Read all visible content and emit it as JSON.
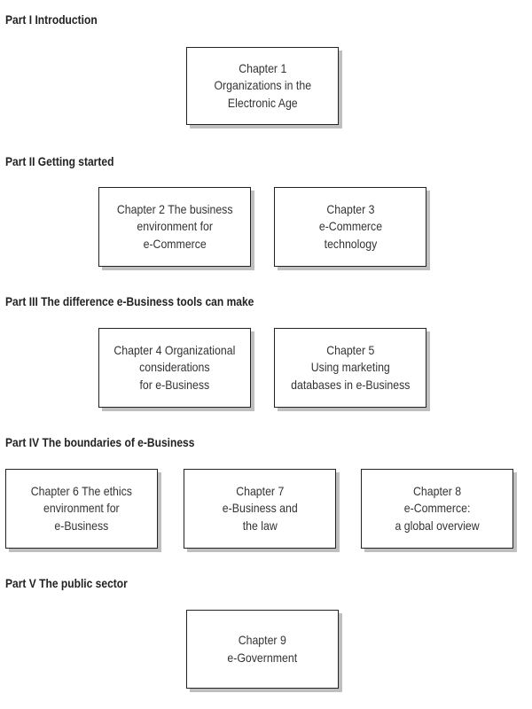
{
  "parts": [
    {
      "heading": "Part I Introduction",
      "chapters": [
        {
          "line1": "Chapter 1",
          "line2": "Organizations in the",
          "line3": "Electronic Age"
        }
      ]
    },
    {
      "heading": "Part II Getting started",
      "chapters": [
        {
          "line1": "Chapter 2 The business",
          "line2": "environment for",
          "line3": "e-Commerce"
        },
        {
          "line1": "Chapter 3",
          "line2": "e-Commerce",
          "line3": "technology"
        }
      ]
    },
    {
      "heading": "Part III The difference e-Business tools can make",
      "chapters": [
        {
          "line1": "Chapter 4 Organizational",
          "line2": "considerations",
          "line3": "for e-Business"
        },
        {
          "line1": "Chapter 5",
          "line2": "Using marketing",
          "line3": "databases in e-Business"
        }
      ]
    },
    {
      "heading": "Part IV The boundaries of e-Business",
      "chapters": [
        {
          "line1": "Chapter 6 The ethics",
          "line2": "environment for",
          "line3": "e-Business"
        },
        {
          "line1": "Chapter 7",
          "line2": "e-Business and",
          "line3": "the law"
        },
        {
          "line1": "Chapter 8",
          "line2": "e-Commerce:",
          "line3": "a global overview"
        }
      ]
    },
    {
      "heading": "Part V The public sector",
      "chapters": [
        {
          "line1": "Chapter 9",
          "line2": "e-Government",
          "line3": ""
        }
      ]
    }
  ]
}
